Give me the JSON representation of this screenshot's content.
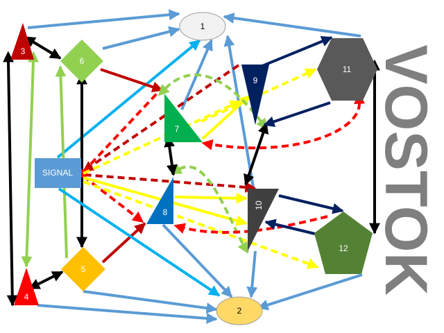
{
  "title_text": "VOSTOK",
  "nodes": [
    {
      "id": "n1",
      "label": "1",
      "shape": "ellipse",
      "fill": "#f2f2f2",
      "text_color": "#000000"
    },
    {
      "id": "n2",
      "label": "2",
      "shape": "ellipse",
      "fill": "#ffd966",
      "text_color": "#000000"
    },
    {
      "id": "n3",
      "label": "3",
      "shape": "triangle",
      "fill": "#c00000",
      "text_color": "#ffffff"
    },
    {
      "id": "n4",
      "label": "4",
      "shape": "triangle",
      "fill": "#ff0000",
      "text_color": "#ffffff"
    },
    {
      "id": "n5",
      "label": "5",
      "shape": "diamond",
      "fill": "#ffc000",
      "text_color": "#ffffff"
    },
    {
      "id": "n6",
      "label": "6",
      "shape": "diamond",
      "fill": "#92d050",
      "text_color": "#ffffff"
    },
    {
      "id": "n7",
      "label": "7",
      "shape": "rtriangle",
      "fill": "#00b050",
      "text_color": "#ffffff"
    },
    {
      "id": "n8",
      "label": "8",
      "shape": "rtriangle",
      "fill": "#0070c0",
      "text_color": "#ffffff"
    },
    {
      "id": "n9",
      "label": "9",
      "shape": "ctriangle",
      "fill": "#002060",
      "text_color": "#ffffff"
    },
    {
      "id": "n10",
      "label": "10",
      "shape": "ctriangle",
      "fill": "#404040",
      "text_color": "#ffffff"
    },
    {
      "id": "n11",
      "label": "11",
      "shape": "hexagon",
      "fill": "#595959",
      "text_color": "#ffffff"
    },
    {
      "id": "n12",
      "label": "12",
      "shape": "pentagon",
      "fill": "#548235",
      "text_color": "#ffffff"
    },
    {
      "id": "signal",
      "label": "SIGNAL",
      "shape": "rect",
      "fill": "#5b9bd5",
      "text_color": "#ffffff"
    }
  ],
  "edges": [
    {
      "from": "n3",
      "to": "n1",
      "color": "#5b9bd5",
      "style": "solid",
      "direction": "forward"
    },
    {
      "from": "n6",
      "to": "n1",
      "color": "#5b9bd5",
      "style": "solid",
      "direction": "forward"
    },
    {
      "from": "n11",
      "to": "n1",
      "color": "#5b9bd5",
      "style": "solid",
      "direction": "forward"
    },
    {
      "from": "signal",
      "to": "n1",
      "color": "#00b0f0",
      "style": "solid",
      "direction": "forward"
    },
    {
      "from": "n7",
      "to": "n1",
      "color": "#5b9bd5",
      "style": "solid",
      "direction": "forward"
    },
    {
      "from": "n10",
      "to": "n1",
      "color": "#5b9bd5",
      "style": "solid",
      "direction": "forward"
    },
    {
      "from": "n3",
      "to": "n6",
      "color": "#000000",
      "style": "solid",
      "direction": "both"
    },
    {
      "from": "n3",
      "to": "n4",
      "color": "#000000",
      "style": "solid",
      "direction": "both"
    },
    {
      "from": "n3",
      "to": "n4",
      "color": "#92d050",
      "style": "solid",
      "direction": "both"
    },
    {
      "from": "n6",
      "to": "n5",
      "color": "#000000",
      "style": "solid",
      "direction": "both"
    },
    {
      "from": "n5",
      "to": "n6",
      "color": "#92d050",
      "style": "solid",
      "direction": "forward"
    },
    {
      "from": "n4",
      "to": "n5",
      "color": "#000000",
      "style": "solid",
      "direction": "both"
    },
    {
      "from": "n6",
      "to": "n7",
      "color": "#c00000",
      "style": "solid",
      "direction": "forward"
    },
    {
      "from": "n5",
      "to": "n8",
      "color": "#c00000",
      "style": "solid",
      "direction": "forward"
    },
    {
      "from": "n9",
      "to": "signal",
      "color": "#c00000",
      "style": "dashed",
      "direction": "forward"
    },
    {
      "from": "n10",
      "to": "signal",
      "color": "#c00000",
      "style": "dashed",
      "direction": "backward"
    },
    {
      "from": "signal",
      "to": "n7",
      "color": "#ff0000",
      "style": "dashed",
      "direction": "backward"
    },
    {
      "from": "signal",
      "to": "n8",
      "color": "#ff0000",
      "style": "dashed",
      "direction": "forward"
    },
    {
      "from": "signal",
      "to": "n9",
      "color": "#ffff00",
      "style": "dashed",
      "direction": "forward"
    },
    {
      "from": "signal",
      "to": "n10",
      "color": "#ffff00",
      "style": "solid",
      "direction": "forward"
    },
    {
      "from": "signal",
      "to": "n12",
      "color": "#ffff00",
      "style": "dashed",
      "direction": "forward"
    },
    {
      "from": "n7",
      "to": "n11",
      "color": "#ffff00",
      "style": "dashed",
      "direction": "forward"
    },
    {
      "from": "n7",
      "to": "n9",
      "color": "#ffff00",
      "style": "solid",
      "direction": "forward"
    },
    {
      "from": "n8",
      "to": "n10",
      "color": "#ffff00",
      "style": "solid",
      "direction": "forward"
    },
    {
      "from": "n7",
      "to": "n9",
      "color": "#92d050",
      "style": "dashed",
      "direction": "both"
    },
    {
      "from": "n8",
      "to": "n10",
      "color": "#92d050",
      "style": "dashed",
      "direction": "both"
    },
    {
      "from": "n11",
      "to": "n7",
      "color": "#ff0000",
      "style": "dashed",
      "direction": "both"
    },
    {
      "from": "n12",
      "to": "n8",
      "color": "#ff0000",
      "style": "dashed",
      "direction": "forward"
    },
    {
      "from": "n7",
      "to": "n8",
      "color": "#000000",
      "style": "solid",
      "direction": "both"
    },
    {
      "from": "n9",
      "to": "n10",
      "color": "#000000",
      "style": "solid",
      "direction": "both"
    },
    {
      "from": "n11",
      "to": "n12",
      "color": "#000000",
      "style": "solid",
      "direction": "both"
    },
    {
      "from": "n9",
      "to": "n11",
      "color": "#002060",
      "style": "solid",
      "direction": "forward"
    },
    {
      "from": "n11",
      "to": "n9",
      "color": "#002060",
      "style": "solid",
      "direction": "forward"
    },
    {
      "from": "n10",
      "to": "n12",
      "color": "#002060",
      "style": "solid",
      "direction": "forward"
    },
    {
      "from": "n12",
      "to": "n10",
      "color": "#002060",
      "style": "solid",
      "direction": "forward"
    },
    {
      "from": "signal",
      "to": "n2",
      "color": "#00b0f0",
      "style": "solid",
      "direction": "forward"
    },
    {
      "from": "n8",
      "to": "n2",
      "color": "#5b9bd5",
      "style": "solid",
      "direction": "forward"
    },
    {
      "from": "n5",
      "to": "n2",
      "color": "#5b9bd5",
      "style": "solid",
      "direction": "forward"
    },
    {
      "from": "n4",
      "to": "n2",
      "color": "#5b9bd5",
      "style": "solid",
      "direction": "forward"
    },
    {
      "from": "n12",
      "to": "n2",
      "color": "#5b9bd5",
      "style": "solid",
      "direction": "forward"
    },
    {
      "from": "n10",
      "to": "n2",
      "color": "#5b9bd5",
      "style": "solid",
      "direction": "forward"
    }
  ]
}
